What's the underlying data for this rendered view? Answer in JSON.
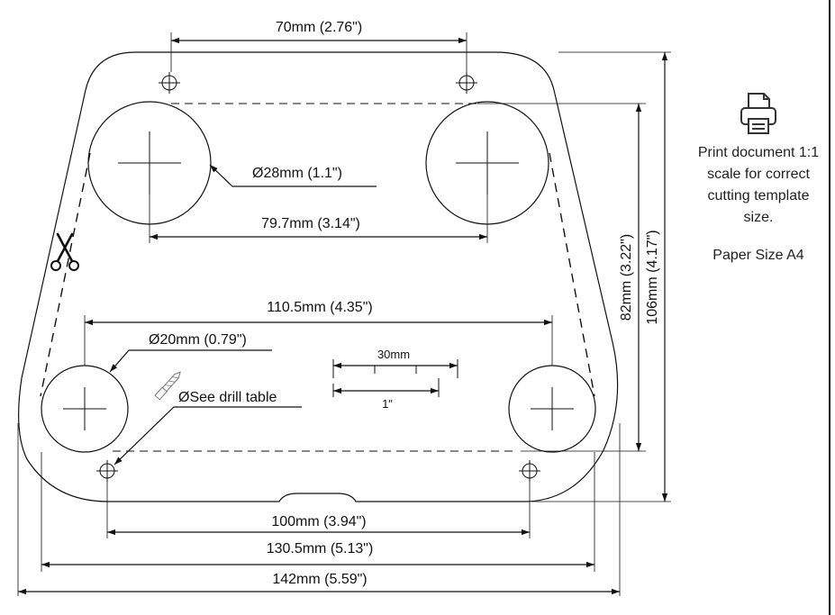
{
  "dimensions": {
    "top_hole_spacing": "70mm (2.76\")",
    "large_hole_diameter": "Ø28mm (1.1\")",
    "large_hole_spacing": "79.7mm (3.14\")",
    "mid_span": "110.5mm (4.35\")",
    "small_hole_diameter": "Ø20mm (0.79\")",
    "drill_note": "ØSee drill table",
    "bottom_hole_spacing": "100mm (3.94\")",
    "cut_width": "130.5mm (5.13\")",
    "overall_width": "142mm (5.59\")",
    "inner_height": "82mm (3.22\")",
    "overall_height": "106mm (4.17\")"
  },
  "scale_bar": {
    "metric_label": "30mm",
    "imperial_label": "1\""
  },
  "side_panel": {
    "print_note": "Print document 1:1\nscale for correct\ncutting template\nsize.",
    "paper_size": "Paper Size A4"
  },
  "icons": [
    "scissors-icon",
    "drill-bit-icon",
    "printer-icon"
  ],
  "colors": {
    "line": "#111111",
    "background": "#ffffff"
  }
}
